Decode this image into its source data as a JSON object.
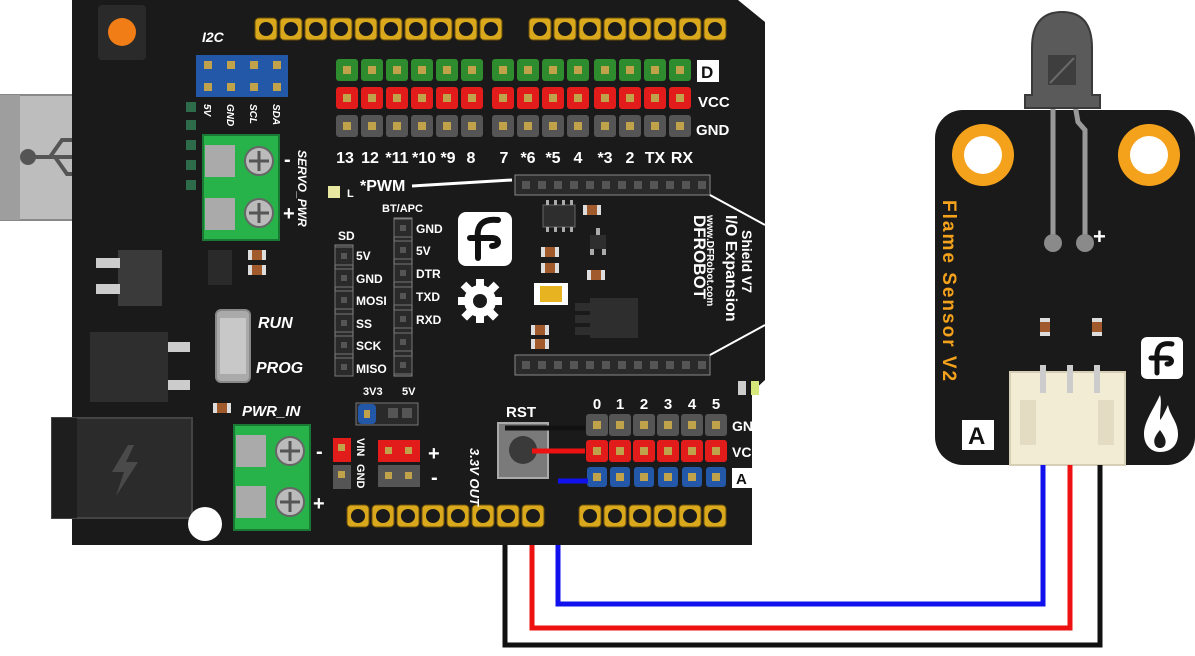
{
  "shield": {
    "brand": "DFROBOT",
    "url": "www.DFRobot.com",
    "name": "I/O Expansion",
    "version": "Shield V7",
    "i2c_label": "I2C",
    "i2c_pins": [
      "5V",
      "GND",
      "SCL",
      "SDA"
    ],
    "servo_pwr_label": "SERVO_PWR",
    "pwr_in_label": "PWR_IN",
    "run_label": "RUN",
    "prog_label": "PROG",
    "pwm_label": "*PWM",
    "led_label": "L",
    "bt_apc_label": "BT/APC",
    "bt_apc_pins": [
      "GND",
      "5V",
      "DTR",
      "TXD",
      "RXD"
    ],
    "sd_label": "SD",
    "sd_pins": [
      "5V",
      "GND",
      "MOSI",
      "SS",
      "SCK",
      "MISO"
    ],
    "digital_pin_labels": [
      "13",
      "12",
      "*11",
      "*10",
      "*9",
      "8",
      "7",
      "*6",
      "*5",
      "4",
      "*3",
      "2",
      "TX",
      "RX"
    ],
    "digital_row_labels": [
      "D",
      "VCC",
      "GND"
    ],
    "analog_pin_labels": [
      "0",
      "1",
      "2",
      "3",
      "4",
      "5"
    ],
    "analog_row_labels": [
      "GND",
      "VCC",
      "A"
    ],
    "rst_label": "RST",
    "voltage_3v3": "3V3",
    "voltage_5v": "5V",
    "vin_label": "VIN",
    "gnd_label": "GND",
    "out_label": "3.3V OUT",
    "minus": "-",
    "plus": "+"
  },
  "sensor": {
    "name": "Flame Sensor V2",
    "signal_label": "A",
    "lead_label": "+"
  },
  "wires": [
    {
      "name": "GND",
      "color": "#111111"
    },
    {
      "name": "VCC",
      "color": "#ee1111"
    },
    {
      "name": "A",
      "color": "#1111ee"
    }
  ],
  "colors": {
    "board": "#1a1a1a",
    "header_green": "#2e8b2e",
    "header_red": "#e21b1b",
    "header_blue": "#2358a8",
    "terminal_green": "#27b24a",
    "sensor_gold": "#f4a21c"
  }
}
